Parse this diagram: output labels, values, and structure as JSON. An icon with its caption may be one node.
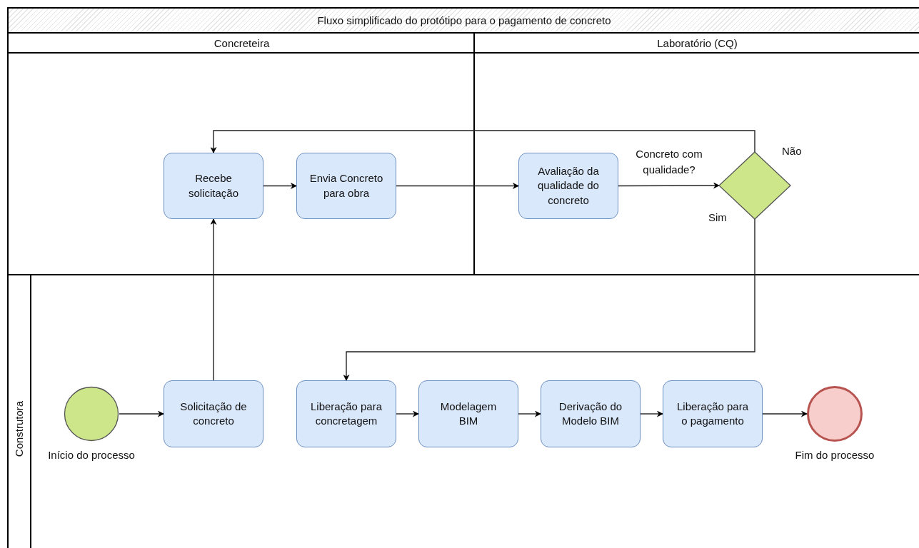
{
  "diagram": {
    "nodes": [
      {
        "text": [
          "Fluxo simplificado do protótipo para o pagamento de concreto"
        ]
      },
      {
        "text": [
          "Concreteira"
        ],
        "in": 0
      },
      {
        "text": [
          "Laboratório (CQ)"
        ],
        "in": 0
      },
      {
        "text": [
          "Construtora"
        ],
        "in": 0
      },
      {
        "text": [
          "Recebe solicitação"
        ],
        "in": 1
      },
      {
        "text": [
          "Envia Concreto para obra"
        ],
        "in": 1
      },
      {
        "text": [
          "Avaliação da qualidade do concreto"
        ],
        "in": 2
      },
      {
        "text": [
          "Concreto com qualidade?"
        ],
        "in": 2
      },
      {
        "text": [],
        "shape": "circle",
        "beside": [
          "Início do processo"
        ],
        "in": 3
      },
      {
        "text": [
          "Solicitação de concreto"
        ],
        "in": 3
      },
      {
        "text": [
          "Liberação para concretagem"
        ],
        "in": 3
      },
      {
        "text": [
          "Modelagem BIM"
        ],
        "in": 3
      },
      {
        "text": [
          "Derivação do Modelo BIM"
        ],
        "in": 3
      },
      {
        "text": [
          "Liberação para o pagamento"
        ],
        "in": 3
      },
      {
        "text": [],
        "shape": "circle",
        "beside": [
          "Fim do processo"
        ],
        "in": 3
      }
    ],
    "edges": [
      {
        "from": 8,
        "to": 9,
        "arrow": "to"
      },
      {
        "from": 9,
        "to": 4,
        "arrow": "to"
      },
      {
        "from": 4,
        "to": 5,
        "arrow": "to"
      },
      {
        "from": 5,
        "to": 6,
        "arrow": "to"
      },
      {
        "from": 6,
        "to": 7,
        "arrow": "to"
      },
      {
        "from": 7,
        "to": 4,
        "arrow": "to",
        "label": "Não"
      },
      {
        "from": 7,
        "to": 10,
        "arrow": "to",
        "label": "Sim"
      },
      {
        "from": 10,
        "to": 11,
        "arrow": "to"
      },
      {
        "from": 11,
        "to": 12,
        "arrow": "to"
      },
      {
        "from": 12,
        "to": 13,
        "arrow": "to"
      },
      {
        "from": 13,
        "to": 14,
        "arrow": "to"
      }
    ]
  }
}
